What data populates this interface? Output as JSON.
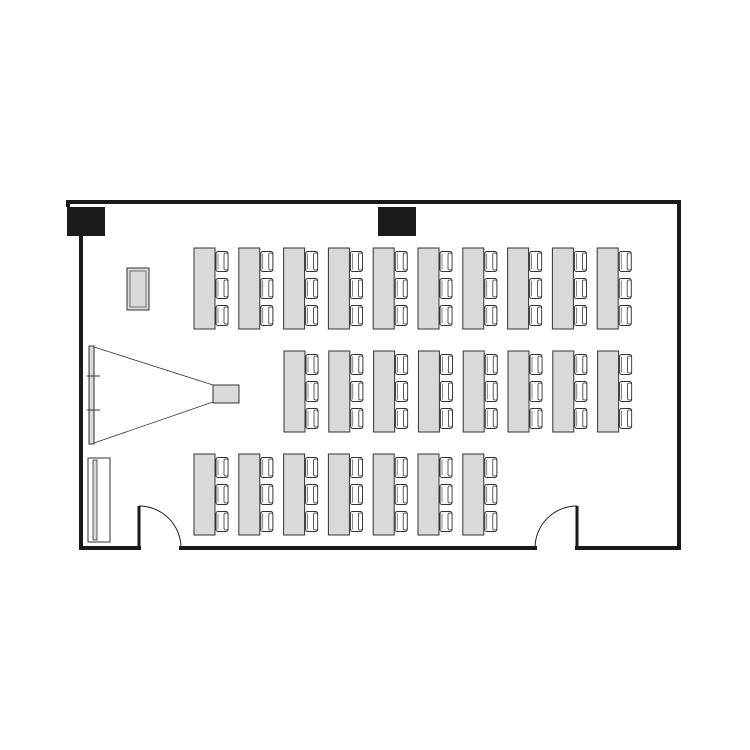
{
  "floor_plan": {
    "title": "",
    "colors": {
      "wall": "#1a1a1a",
      "column": "#1a1a1a",
      "table_fill": "#d9d9d9",
      "chair_fill": "#ffffff",
      "line": "#333333",
      "background": "#ffffff"
    },
    "rows": [
      {
        "name": "row-1",
        "tables": 10,
        "chairs_per_table": 3
      },
      {
        "name": "row-2",
        "tables": 8,
        "chairs_per_table": 3
      },
      {
        "name": "row-3",
        "tables": 7,
        "chairs_per_table": 3
      }
    ],
    "elements": {
      "lectern": "lectern",
      "projector": "projector",
      "screen": "projection-screen",
      "whiteboard": "whiteboard",
      "doors": 2,
      "columns": 2
    }
  }
}
